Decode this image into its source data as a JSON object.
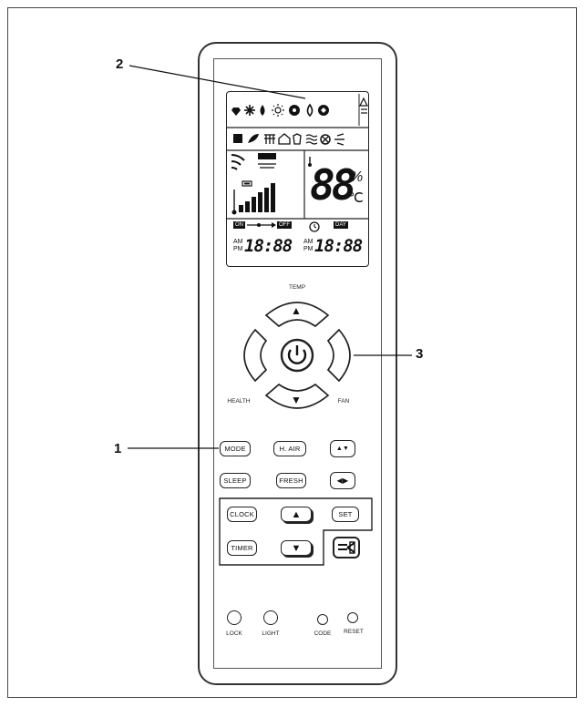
{
  "callouts": [
    "1",
    "2",
    "3"
  ],
  "display": {
    "humidity_digits": "88",
    "humidity_unit": "%",
    "temp_unit": "℃",
    "timer_on_label": "ON",
    "timer_off_label": "OFF",
    "day_label": "DAY",
    "am_label": "AM",
    "pm_label": "PM",
    "left_time": "18:88",
    "right_time": "18:88",
    "mode_icons": [
      "sun-icon",
      "snowflake-icon",
      "drop-icon",
      "heat-icon",
      "fan-icon",
      "drop-icon",
      "auto-icon",
      "swing-icon"
    ],
    "status_icons": [
      "sleep-icon",
      "leaf-icon",
      "heater-icon",
      "house-icon",
      "shirt-icon",
      "wave-icon",
      "fresh-icon",
      "wind-icon"
    ]
  },
  "dpad": {
    "temp_label": "TEMP",
    "health_label": "HEALTH",
    "fan_label": "FAN",
    "up_glyph": "▲",
    "down_glyph": "▼"
  },
  "buttons": {
    "mode": "MODE",
    "hair": "H. AIR",
    "updown_glyph": "▲▼",
    "sleep": "SLEEP",
    "fresh": "FRESH",
    "leftright_glyph": "◀▶",
    "clock": "CLOCK",
    "up_glyph": "▲",
    "set": "SET",
    "timer": "TIMER",
    "down_glyph": "▼"
  },
  "bottom": {
    "lock": "LOCK",
    "light": "LIGHT",
    "code": "CODE",
    "reset": "RESET"
  }
}
